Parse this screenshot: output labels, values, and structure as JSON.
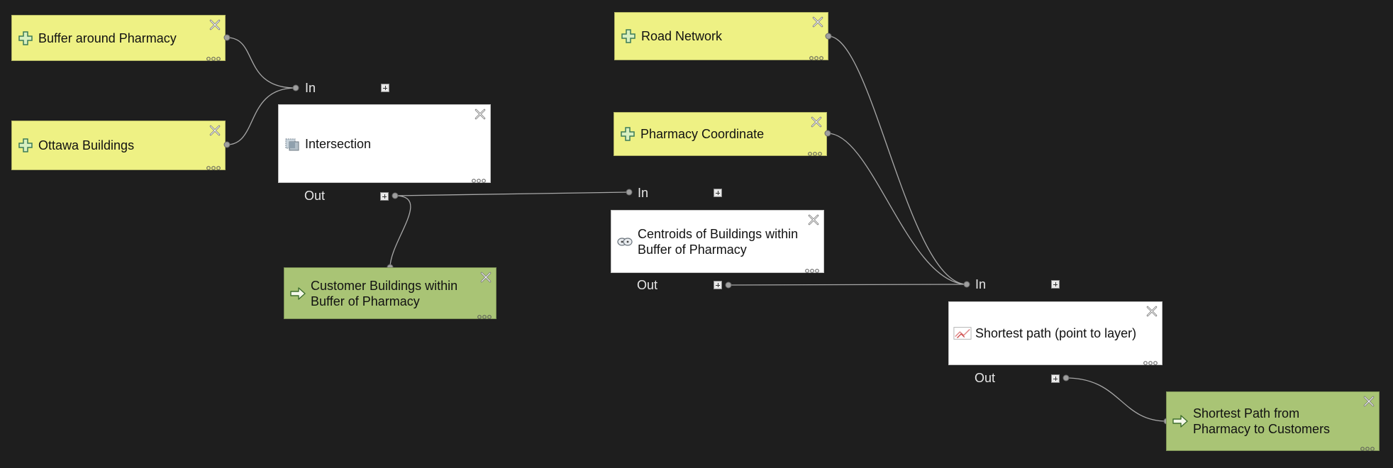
{
  "nodes": {
    "buffer_around_pharmacy": {
      "label": "Buffer around Pharmacy"
    },
    "ottawa_buildings": {
      "label": "Ottawa Buildings"
    },
    "intersection": {
      "label": "Intersection"
    },
    "customer_buildings": {
      "label": "Customer Buildings within Buffer of Pharmacy"
    },
    "road_network": {
      "label": "Road Network"
    },
    "pharmacy_coordinate": {
      "label": "Pharmacy Coordinate"
    },
    "centroids": {
      "label": "Centroids of Buildings within Buffer of Pharmacy"
    },
    "shortest_path_algo": {
      "label": "Shortest path (point to layer)"
    },
    "shortest_path_output": {
      "label": "Shortest Path from Pharmacy to Customers"
    }
  },
  "ports": {
    "in_label": "In",
    "out_label": "Out"
  },
  "colors": {
    "canvas_bg": "#1e1e1e",
    "input_node": "#eef184",
    "algorithm_node": "#ffffff",
    "output_node": "#a9c475",
    "wire": "#a8a8a8"
  },
  "icons": {
    "input": "plus-cross-icon",
    "output": "arrow-right-icon",
    "intersection": "intersection-tool-icon",
    "centroids": "centroid-tool-icon",
    "shortest_path": "network-path-icon",
    "close": "close-x-icon",
    "more": "more-dots-icon"
  }
}
